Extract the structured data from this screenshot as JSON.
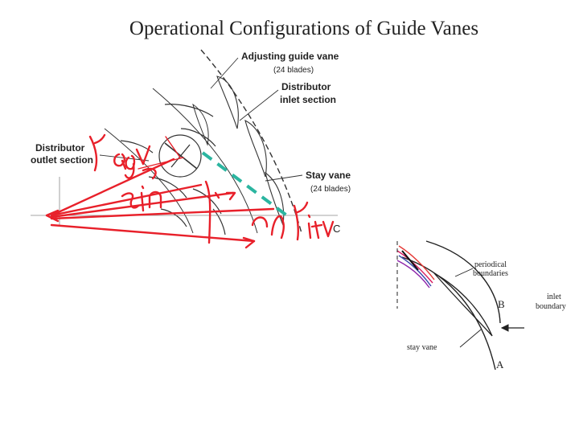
{
  "slide": {
    "title": "Operational Configurations of Guide Vanes"
  },
  "main_diagram": {
    "labels": {
      "adjusting_guide_vane": "Adjusting guide vane",
      "adjusting_blades": "(24 blades)",
      "distributor_inlet_1": "Distributor",
      "distributor_inlet_2": "inlet section",
      "distributor_outlet_1": "Distributor",
      "distributor_outlet_2": "outlet section",
      "stay_vane": "Stay vane",
      "stay_blades": "(24 blades)",
      "point_c": "C"
    }
  },
  "inset_diagram": {
    "labels": {
      "periodical_1": "periodical",
      "periodical_2": "boundaries",
      "inlet_1": "inlet",
      "inlet_2": "boundary",
      "stay_vane": "stay vane",
      "point_a": "A",
      "point_b": "B"
    }
  },
  "annotations": {
    "pen_color": "#e8202a",
    "dash_color": "#2bb5a0"
  }
}
